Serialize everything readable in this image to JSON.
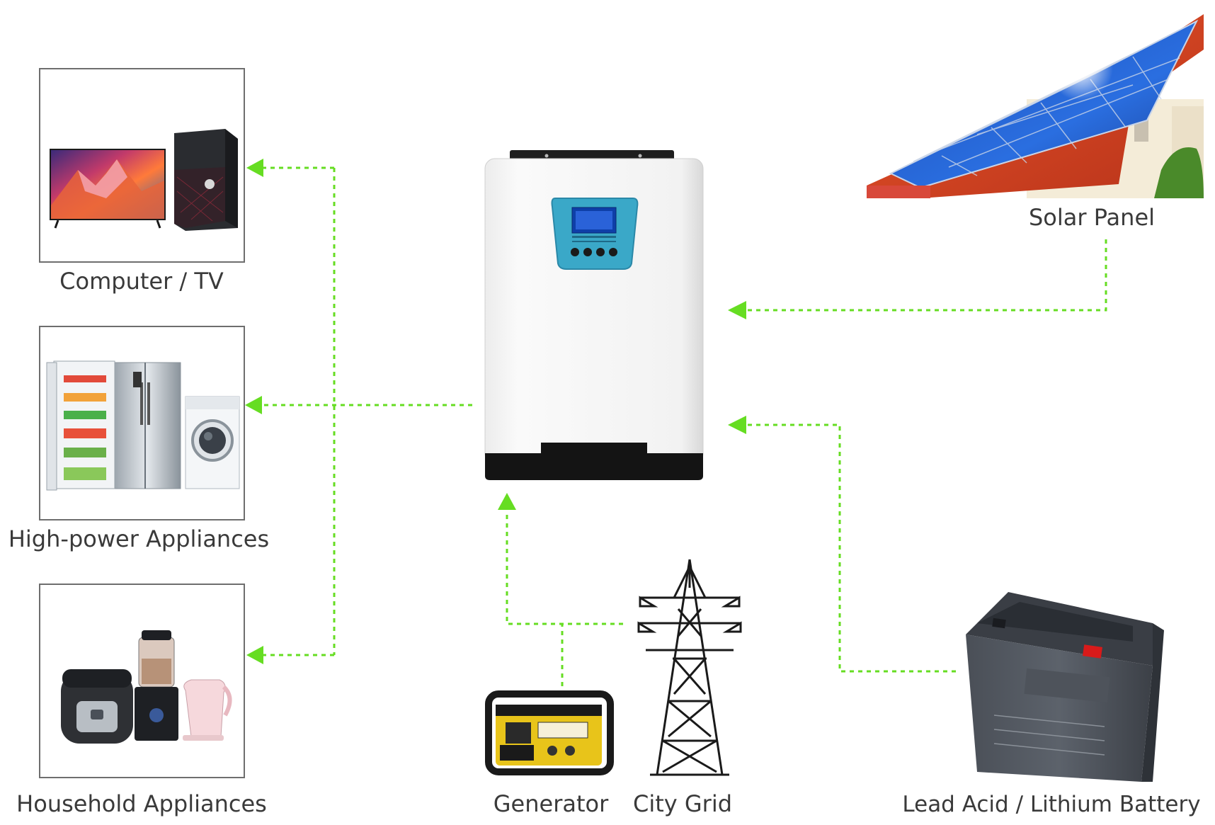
{
  "colors": {
    "arrow": "#66dd22",
    "label": "#3a3a3a",
    "box_border": "#6e6e6e",
    "inverter_body": "#f4f4f4",
    "inverter_panel": "#3aa8c8"
  },
  "loads": [
    {
      "label": "Computer / TV",
      "icon": "computer-tv-icon"
    },
    {
      "label": "High-power Appliances",
      "icon": "refrigerator-washer-icon"
    },
    {
      "label": "Household Appliances",
      "icon": "kitchen-appliances-icon"
    }
  ],
  "sources": {
    "solar": {
      "label": "Solar Panel",
      "icon": "solar-house-icon"
    },
    "generator": {
      "label": "Generator",
      "icon": "generator-icon"
    },
    "grid": {
      "label": "City Grid",
      "icon": "power-tower-icon"
    },
    "battery": {
      "label": "Lead Acid / Lithium Battery",
      "icon": "battery-icon"
    }
  },
  "inverter": {
    "icon": "inverter-icon"
  }
}
